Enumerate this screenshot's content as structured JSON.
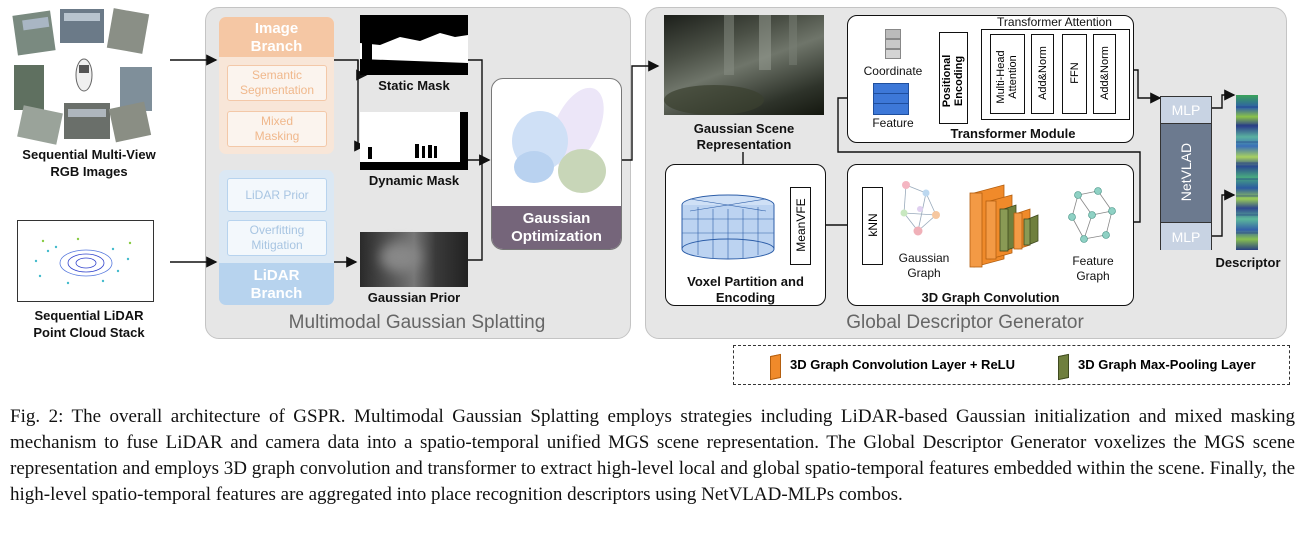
{
  "inputs": {
    "rgb_label_line1": "Sequential Multi-View",
    "rgb_label_line2": "RGB Images",
    "lidar_label_line1": "Sequential LiDAR",
    "lidar_label_line2": "Point Cloud Stack"
  },
  "mgs": {
    "panel_title": "Multimodal Gaussian Splatting",
    "image_branch": "Image\nBranch",
    "image_branch_l1": "Image",
    "image_branch_l2": "Branch",
    "semantic_seg_l1": "Semantic",
    "semantic_seg_l2": "Segmentation",
    "mixed_mask_l1": "Mixed",
    "mixed_mask_l2": "Masking",
    "lidar_prior": "LiDAR Prior",
    "overfit_l1": "Overfitting",
    "overfit_l2": "Mitigation",
    "lidar_branch_l1": "LiDAR",
    "lidar_branch_l2": "Branch",
    "static_mask": "Static Mask",
    "dynamic_mask": "Dynamic Mask",
    "gaussian_prior": "Gaussian Prior",
    "gaussian_opt_l1": "Gaussian",
    "gaussian_opt_l2": "Optimization"
  },
  "gdg": {
    "panel_title": "Global Descriptor Generator",
    "scene_rep_l1": "Gaussian Scene",
    "scene_rep_l2": "Representation",
    "voxel_l1": "Voxel Partition and",
    "voxel_l2": "Encoding",
    "meanvfe": "MeanVFE",
    "knn": "kNN",
    "gaussian_graph_l1": "Gaussian",
    "gaussian_graph_l2": "Graph",
    "feature_graph_l1": "Feature",
    "feature_graph_l2": "Graph",
    "graph_conv_title": "3D Graph Convolution",
    "transformer_attention": "Transformer Attention",
    "coordinate": "Coordinate",
    "feature": "Feature",
    "pos_enc_l1": "Positional",
    "pos_enc_l2": "Encoding",
    "mha_l1": "Multi-Head",
    "mha_l2": "Attention",
    "addnorm": "Add&Norm",
    "ffn": "FFN",
    "transformer_module": "Transformer Module",
    "mlp_top": "MLP",
    "netvlad": "NetVLAD",
    "mlp_bottom": "MLP",
    "descriptor": "Descriptor"
  },
  "legend": {
    "conv_relu": "3D Graph Convolution Layer + ReLU",
    "maxpool": "3D Graph Max-Pooling Layer"
  },
  "caption": "Fig. 2: The overall architecture of GSPR. Multimodal Gaussian Splatting employs strategies including LiDAR-based Gaussian initialization and mixed masking mechanism to fuse LiDAR and camera data into a spatio-temporal unified MGS scene representation. The Global Descriptor Generator voxelizes the MGS scene representation and employs 3D graph convolution and transformer to extract high-level local and global spatio-temporal features embedded within the scene. Finally, the high-level spatio-temporal features are aggregated into place recognition descriptors using NetVLAD-MLPs combos.",
  "colors": {
    "image_branch": "#f5c7a4",
    "lidar_branch": "#b7d3ee",
    "gaussian_opt": "#75657a",
    "conv_orange": "#f08a2a",
    "maxpool_green": "#6f7f3d",
    "netvlad": "#6c7a8f",
    "mlp": "#c8d3e3"
  }
}
